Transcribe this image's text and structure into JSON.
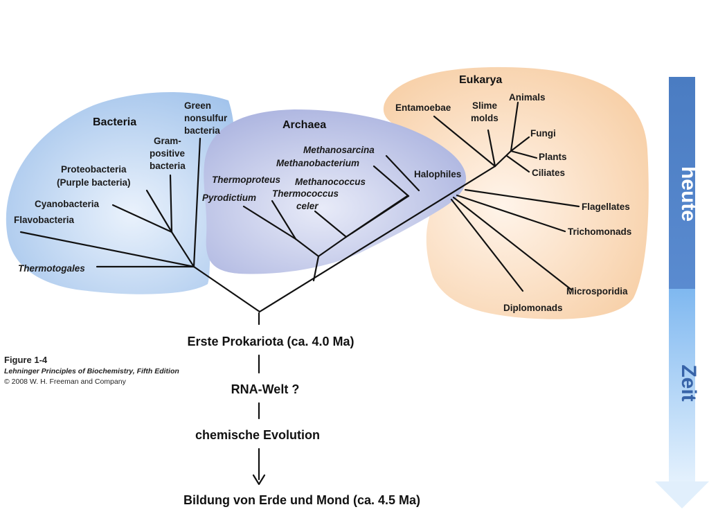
{
  "domains": {
    "bacteria": "Bacteria",
    "archaea": "Archaea",
    "eukarya": "Eukarya"
  },
  "bacteria": {
    "green_1": "Green",
    "green_2": "nonsulfur",
    "green_3": "bacteria",
    "gram_1": "Gram-",
    "gram_2": "positive",
    "gram_3": "bacteria",
    "proteo_1": "Proteobacteria",
    "proteo_2": "(Purple bacteria)",
    "cyano": "Cyanobacteria",
    "flavo": "Flavobacteria",
    "thermotogales": "Thermotogales"
  },
  "archaea": {
    "methanosarcina": "Methanosarcina",
    "methanobacterium": "Methanobacterium",
    "halophiles": "Halophiles",
    "thermoproteus": "Thermoproteus",
    "pyrodictium": "Pyrodictium",
    "methanococcus": "Methanococcus",
    "thermococcus_1": "Thermococcus",
    "thermococcus_2": "celer"
  },
  "eukarya": {
    "entamoebae": "Entamoebae",
    "slime_1": "Slime",
    "slime_2": "molds",
    "animals": "Animals",
    "fungi": "Fungi",
    "plants": "Plants",
    "ciliates": "Ciliates",
    "flagellates": "Flagellates",
    "trichomonads": "Trichomonads",
    "microsporidia": "Microsporidia",
    "diplomonads": "Diplomonads"
  },
  "timeline": {
    "prokaryota": "Erste Prokariota (ca. 4.0 Ma)",
    "rna": "RNA-Welt ?",
    "chem": "chemische Evolution",
    "earth": "Bildung von Erde und Mond (ca. 4.5 Ma)"
  },
  "caption": {
    "figure": "Figure 1-4",
    "book": "Lehninger Principles of Biochemistry, Fifth Edition",
    "copyright": "© 2008 W. H. Freeman and Company"
  },
  "arrow": {
    "today": "heute",
    "time": "Zeit"
  },
  "colors": {
    "bacteria_blob": "#a9c8ec",
    "archaea_blob": "#a9b2e0",
    "eukarya_blob": "#f7cfa6",
    "arrow_top": "#4d7fc4",
    "arrow_bottom": "#8cc4f4"
  }
}
